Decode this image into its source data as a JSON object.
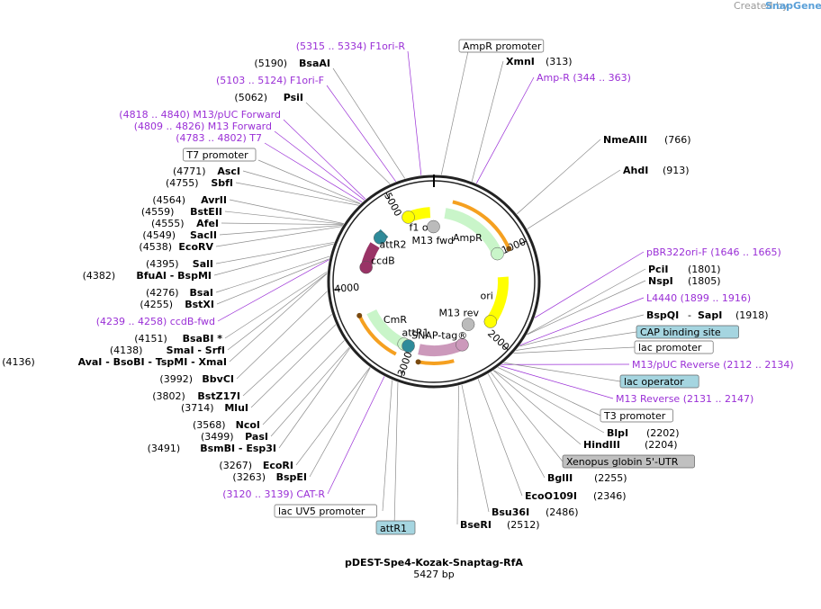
{
  "header": {
    "created_by": "Created by",
    "brand": "SnapGene"
  },
  "plasmid": {
    "name": "pDEST-Spe4-Kozak-Snaptag-RfA",
    "length_label": "5427 bp",
    "length": 5427
  },
  "ticks": [
    {
      "label": "1000",
      "pos": 1000
    },
    {
      "label": "2000",
      "pos": 2000
    },
    {
      "label": "3000",
      "pos": 3000
    },
    {
      "label": "4000",
      "pos": 4000
    },
    {
      "label": "5000",
      "pos": 5000
    }
  ],
  "features": [
    {
      "name": "f1 ori",
      "start": 5100,
      "end": 5380,
      "color": "#ffff00",
      "ring": "outer",
      "direction": "reverse"
    },
    {
      "name": "ori",
      "start": 1300,
      "end": 1889,
      "color": "#ffff00",
      "ring": "outer",
      "direction": "forward"
    },
    {
      "name": "AmpR",
      "start": 140,
      "end": 1000,
      "color": "#c9f5c9",
      "ring": "outer",
      "direction": "forward"
    },
    {
      "name": "M13 fwd",
      "start": 5390,
      "end": 5420,
      "color": "#bbbbbb",
      "ring": "inner",
      "direction": "forward"
    },
    {
      "name": "SNAP-tag®",
      "start": 2350,
      "end": 2900,
      "color": "#cc99bb",
      "ring": "outer",
      "direction": "reverse"
    },
    {
      "name": "M13 rev",
      "start": 2131,
      "end": 2147,
      "color": "#bbbbbb",
      "ring": "inner",
      "direction": "reverse"
    },
    {
      "name": "CmR",
      "start": 3100,
      "end": 3680,
      "color": "#c9f5c9",
      "ring": "outer",
      "direction": "reverse"
    },
    {
      "name": "ccdB",
      "start": 4250,
      "end": 4550,
      "color": "#993366",
      "ring": "outer",
      "direction": "reverse"
    },
    {
      "name": "attR2",
      "start": 4660,
      "end": 4740,
      "color": "#2e8b9a",
      "ring": "outer",
      "direction": "reverse"
    },
    {
      "name": "attR1",
      "start": 2980,
      "end": 3040,
      "color": "#2e8b9a",
      "ring": "outer",
      "direction": "forward"
    }
  ],
  "arc_arrows": [
    {
      "start": 200,
      "end": 1000,
      "color": "#f5a020"
    },
    {
      "start": 2500,
      "end": 2880,
      "color": "#f5a020"
    },
    {
      "start": 3130,
      "end": 3700,
      "color": "#f5a020"
    }
  ],
  "labels_right": [
    {
      "kind": "enzyme",
      "name": "XmnI",
      "pos": "(313)",
      "site": 313
    },
    {
      "kind": "primer",
      "text": "Amp-R   (344 .. 363)",
      "site": 353
    },
    {
      "kind": "enzyme",
      "name": "NmeAIII",
      "pos": "(766)",
      "site": 766
    },
    {
      "kind": "enzyme",
      "name": "AhdI",
      "pos": "(913)",
      "site": 913
    },
    {
      "kind": "primer",
      "text": "pBR322ori-F   (1646 .. 1665)",
      "site": 1655
    },
    {
      "kind": "enzyme",
      "name": "PciI",
      "pos": "(1801)",
      "site": 1801
    },
    {
      "kind": "enzyme",
      "name": "NspI",
      "pos": "(1805)",
      "site": 1805
    },
    {
      "kind": "primer",
      "text": "L4440   (1899 .. 1916)",
      "site": 1907
    },
    {
      "kind": "enzyme2",
      "name": "BspQI",
      "name2": "SapI",
      "pos": "(1918)",
      "site": 1918
    },
    {
      "kind": "boxed-teal",
      "text": "CAP binding site",
      "site": 1960
    },
    {
      "kind": "boxed-white",
      "text": "lac promoter",
      "site": 1990
    },
    {
      "kind": "primer",
      "text": "M13/pUC Reverse   (2112 .. 2134)",
      "site": 2123
    },
    {
      "kind": "boxed-teal",
      "text": "lac operator",
      "site": 2100
    },
    {
      "kind": "primer",
      "text": "M13 Reverse   (2131 .. 2147)",
      "site": 2139
    },
    {
      "kind": "boxed-white",
      "text": "T3 promoter",
      "site": 2160
    },
    {
      "kind": "enzyme",
      "name": "BlpI",
      "pos": "(2202)",
      "site": 2202
    },
    {
      "kind": "enzyme",
      "name": "HindIII",
      "pos": "(2204)",
      "site": 2204
    },
    {
      "kind": "boxed-gray",
      "text": "Xenopus globin 5'-UTR",
      "site": 2230
    },
    {
      "kind": "enzyme",
      "name": "BglII",
      "pos": "(2255)",
      "site": 2255
    },
    {
      "kind": "enzyme",
      "name": "EcoO109I",
      "pos": "(2346)",
      "site": 2346
    },
    {
      "kind": "enzyme",
      "name": "Bsu36I",
      "pos": "(2486)",
      "site": 2486
    },
    {
      "kind": "enzyme",
      "name": "BseRI",
      "pos": "(2512)",
      "site": 2512
    }
  ],
  "labels_top": [
    {
      "kind": "primer-left",
      "text": "(5315 .. 5334)  F1ori-R",
      "site": 5324
    },
    {
      "kind": "boxed-white",
      "text": "AmpR promoter",
      "site": 60
    },
    {
      "kind": "enzyme-left",
      "name": "BsaAI",
      "pos": "(5190)",
      "site": 5190
    },
    {
      "kind": "primer-left",
      "text": "(5103 .. 5124)  F1ori-F",
      "site": 5113
    },
    {
      "kind": "enzyme-left",
      "name": "PsiI",
      "pos": "(5062)",
      "site": 5062
    },
    {
      "kind": "primer-left",
      "text": "(4818 .. 4840)  M13/pUC Forward",
      "site": 4829
    },
    {
      "kind": "primer-left",
      "text": "(4809 .. 4826)  M13 Forward",
      "site": 4817
    },
    {
      "kind": "primer-left",
      "text": "(4783 .. 4802)  T7",
      "site": 4792
    },
    {
      "kind": "boxed-white-left",
      "text": "T7 promoter",
      "site": 4775
    }
  ],
  "labels_left": [
    {
      "name": "AscI",
      "pos": "(4771)",
      "site": 4771
    },
    {
      "name": "SbfI",
      "pos": "(4755)",
      "site": 4755
    },
    {
      "name": "AvrII",
      "pos": "(4564)",
      "site": 4564
    },
    {
      "name": "BstEII",
      "pos": "(4559)",
      "site": 4559
    },
    {
      "name": "AfeI",
      "pos": "(4555)",
      "site": 4555
    },
    {
      "name": "SacII",
      "pos": "(4549)",
      "site": 4549
    },
    {
      "name": "EcoRV",
      "pos": "(4538)",
      "site": 4538
    },
    {
      "name": "SalI",
      "pos": "(4395)",
      "site": 4395
    },
    {
      "name": "BfuAI - BspMI",
      "pos": "(4382)",
      "site": 4382
    },
    {
      "name": "BsaI",
      "pos": "(4276)",
      "site": 4276
    },
    {
      "name": "BstXI",
      "pos": "(4255)",
      "site": 4255
    },
    {
      "primer": "(4239 .. 4258)  ccdB-fwd",
      "site": 4248
    },
    {
      "name": "BsaBI *",
      "pos": "(4151)",
      "site": 4151
    },
    {
      "name": "SmaI - SrfI",
      "pos": "(4138)",
      "site": 4138
    },
    {
      "name": "AvaI - BsoBI - TspMI - XmaI",
      "pos": "(4136)",
      "site": 4136
    },
    {
      "name": "BbvCI",
      "pos": "(3992)",
      "site": 3992
    },
    {
      "name": "BstZ17I",
      "pos": "(3802)",
      "site": 3802
    },
    {
      "name": "MluI",
      "pos": "(3714)",
      "site": 3714
    },
    {
      "name": "NcoI",
      "pos": "(3568)",
      "site": 3568
    },
    {
      "name": "PasI",
      "pos": "(3499)",
      "site": 3499
    },
    {
      "name": "BsmBI - Esp3I",
      "pos": "(3491)",
      "site": 3491
    },
    {
      "name": "EcoRI",
      "pos": "(3267)",
      "site": 3267
    },
    {
      "name": "BspEI",
      "pos": "(3263)",
      "site": 3263
    },
    {
      "primer": "(3120 .. 3139)  CAT-R",
      "site": 3129
    },
    {
      "boxed": "lac UV5 promoter",
      "site": 3060
    },
    {
      "boxed_teal": "attR1",
      "site": 3010
    }
  ],
  "colors": {
    "primer": "#9a2fd6",
    "leader": "#8c8c8c",
    "box_teal": "#a5d5e0",
    "box_gray": "#c0c0c0",
    "backbone": "#222222"
  }
}
